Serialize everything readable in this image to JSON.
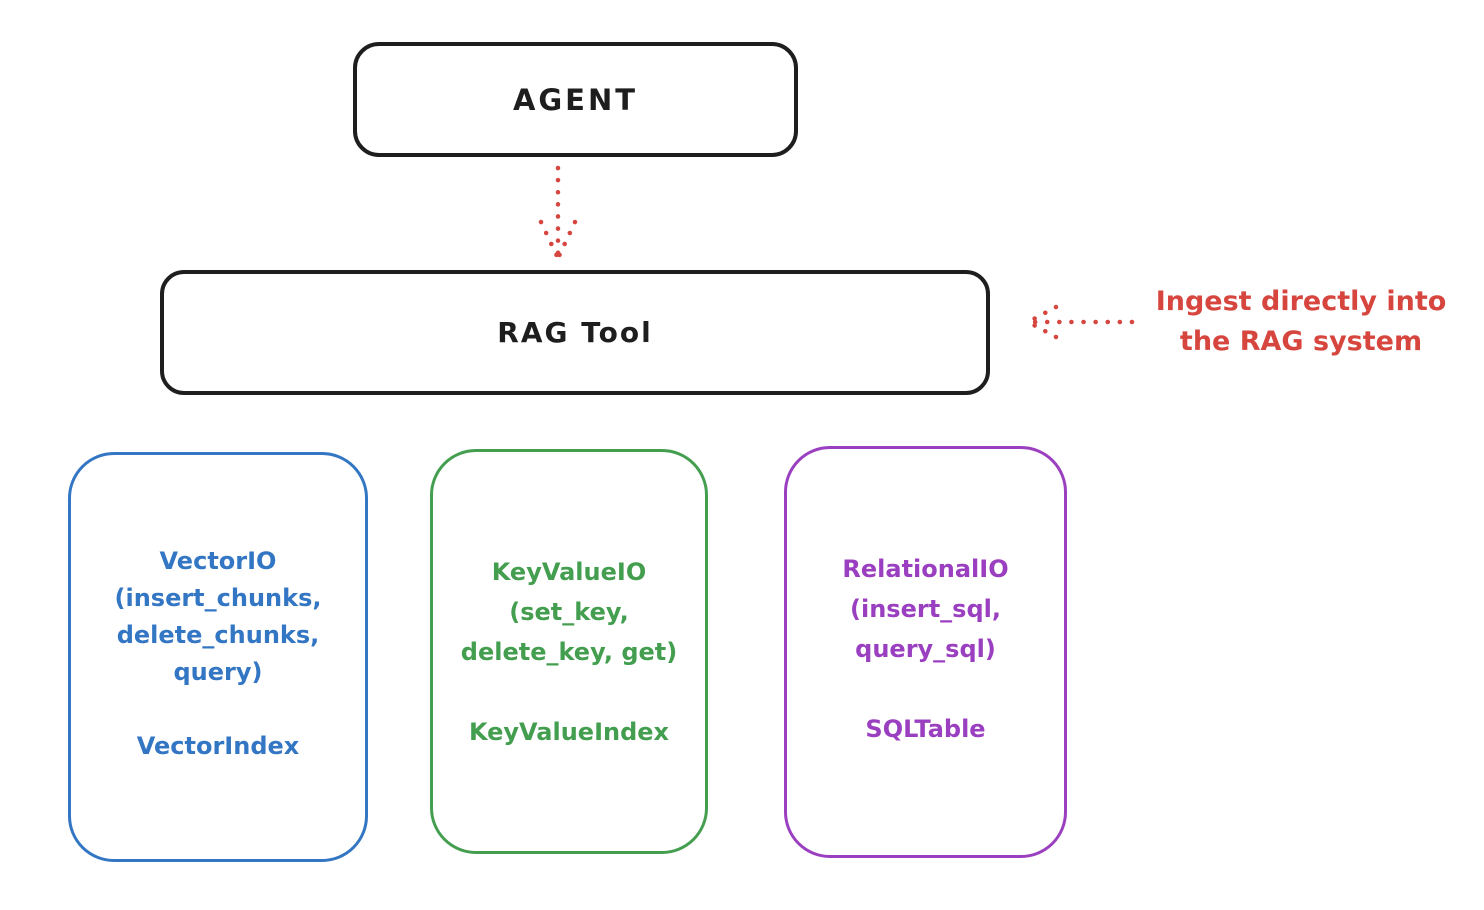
{
  "colors": {
    "ink": "#1e1e1e",
    "red": "#d6463f"
  },
  "agent_box": {
    "label": "AGENT"
  },
  "rag_tool_box": {
    "label": "RAG Tool"
  },
  "ingest_annotation": {
    "lines": [
      "Ingest directly into",
      "the RAG system"
    ]
  },
  "storage_boxes": [
    {
      "name": "vector-io",
      "color": "#3376c3",
      "lines": [
        "VectorIO",
        "(insert_chunks,",
        "delete_chunks,",
        "query)",
        "",
        "VectorIndex"
      ]
    },
    {
      "name": "key-value-io",
      "color": "#449e4f",
      "lines": [
        "KeyValueIO",
        "(set_key,",
        "delete_key, get)",
        "",
        "KeyValueIndex"
      ]
    },
    {
      "name": "relational-io",
      "color": "#9b3fc1",
      "lines": [
        "RelationalIO",
        "(insert_sql,",
        "query_sql)",
        "",
        "SQLTable"
      ]
    }
  ]
}
